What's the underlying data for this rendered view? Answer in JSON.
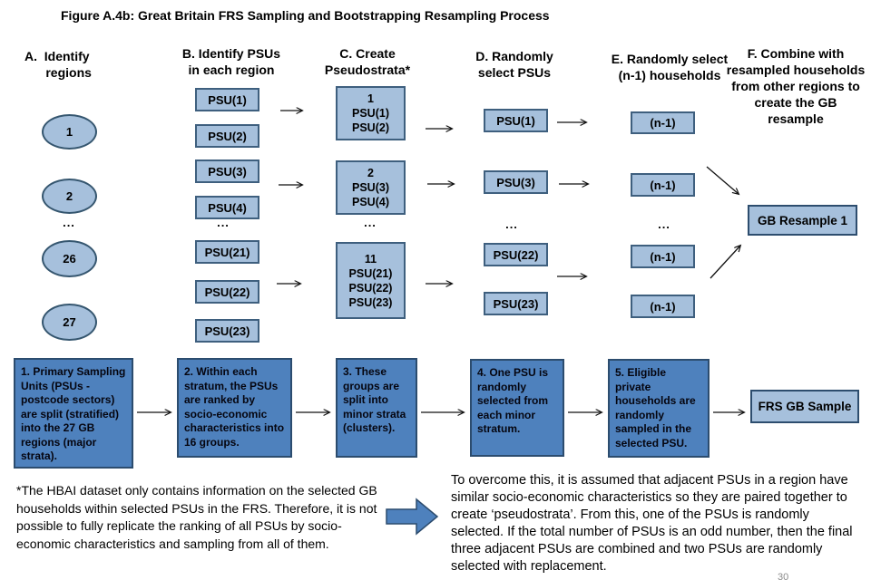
{
  "title": "Figure A.4b: Great Britain FRS Sampling and Bootstrapping Resampling Process",
  "page_number": "30",
  "colors": {
    "light_box_fill": "#a6c0dc",
    "light_box_border": "#3e5f7e",
    "medium_box_fill": "#4e81bd",
    "medium_box_border": "#2c4c6e",
    "arrow": "#111111"
  },
  "col_a": {
    "header": "A.  Identify\n      regions",
    "items": [
      "1",
      "2",
      "26",
      "27"
    ],
    "ellipsis": "..."
  },
  "col_b": {
    "header": "B. Identify PSUs\nin each region",
    "items": [
      "PSU(1)",
      "PSU(2)",
      "PSU(3)",
      "PSU(4)",
      "PSU(21)",
      "PSU(22)",
      "PSU(23)"
    ],
    "ellipsis": "..."
  },
  "col_c": {
    "header": "C. Create\nPseudostrata*",
    "items": [
      "1\nPSU(1)\nPSU(2)",
      "2\nPSU(3)\nPSU(4)",
      "11\nPSU(21)\nPSU(22)\nPSU(23)"
    ],
    "ellipsis": "..."
  },
  "col_d": {
    "header": "D. Randomly\nselect PSUs",
    "items": [
      "PSU(1)",
      "PSU(3)",
      "PSU(22)",
      "PSU(23)"
    ],
    "ellipsis": "..."
  },
  "col_e": {
    "header": "E. Randomly select\n(n-1) households",
    "items": [
      "(n-1)",
      "(n-1)",
      "(n-1)",
      "(n-1)"
    ],
    "ellipsis": "..."
  },
  "col_f": {
    "header": "F. Combine with\nresampled households\nfrom other regions to\ncreate the GB\nresample",
    "result_box": "GB Resample 1"
  },
  "process_steps": [
    "1. Primary Sampling Units (PSUs - postcode sectors) are split (stratified) into the 27 GB regions (major strata).",
    "2. Within each stratum, the PSUs are ranked by socio-economic characteristics into 16 groups.",
    "3. These groups are split into minor strata (clusters).",
    "4. One PSU is randomly selected from each minor stratum.",
    "5. Eligible private households are randomly sampled in the selected PSU."
  ],
  "final_box": "FRS GB Sample",
  "footnote_left": "*The HBAI dataset only contains information on the selected GB households within selected PSUs in the FRS. Therefore, it is not possible to fully replicate the ranking of all PSUs by socio-economic characteristics and sampling from all of them.",
  "footnote_right": "To overcome this, it is assumed that adjacent PSUs in a region have similar socio-economic characteristics so they are paired together to create ‘pseudostrata’. From this, one of the PSUs is randomly selected. If the total number of PSUs is an odd number, then the final three adjacent PSUs are combined and two PSUs are randomly selected with replacement."
}
